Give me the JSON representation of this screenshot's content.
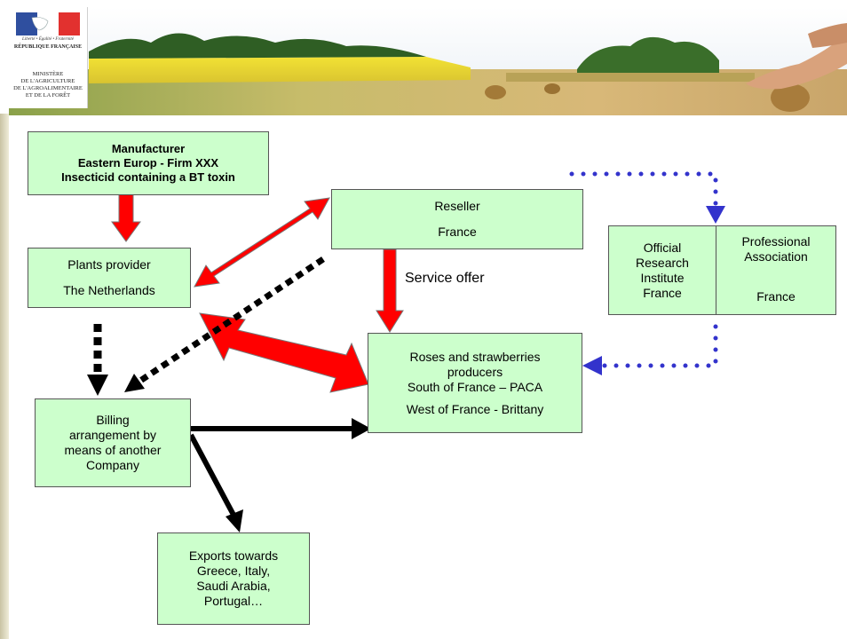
{
  "header": {
    "republic_motto": "Liberté • Égalité • Fraternité",
    "republic_name": "RÉPUBLIQUE FRANÇAISE",
    "ministry_lines": [
      "MINISTÈRE",
      "DE L'AGRICULTURE",
      "DE L'AGROALIMENTAIRE",
      "ET DE LA FORÊT"
    ]
  },
  "nodes": {
    "manufacturer": [
      "Manufacturer",
      "Eastern Europ - Firm XXX",
      "Insecticid containing a BT toxin"
    ],
    "plants_provider": [
      "Plants provider",
      "The Netherlands"
    ],
    "reseller": [
      "Reseller",
      "France"
    ],
    "official_research": [
      "Official",
      "Research",
      "Institute",
      "France"
    ],
    "professional_association": [
      "Professional",
      "Association",
      "France"
    ],
    "producers": [
      "Roses and strawberries",
      "producers",
      "South of France – PACA",
      "West of France - Brittany"
    ],
    "billing": [
      "Billing",
      "arrangement by",
      "means of another",
      "Company"
    ],
    "exports": [
      "Exports towards",
      "Greece, Italy,",
      "Saudi Arabia,",
      "Portugal…"
    ]
  },
  "edges": {
    "service_offer_label": "Service offer"
  },
  "colors": {
    "box_fill": "#ccffcc",
    "red_arrow": "#ff0000",
    "blue_dotted": "#3333cc",
    "black_arrow": "#000000"
  }
}
